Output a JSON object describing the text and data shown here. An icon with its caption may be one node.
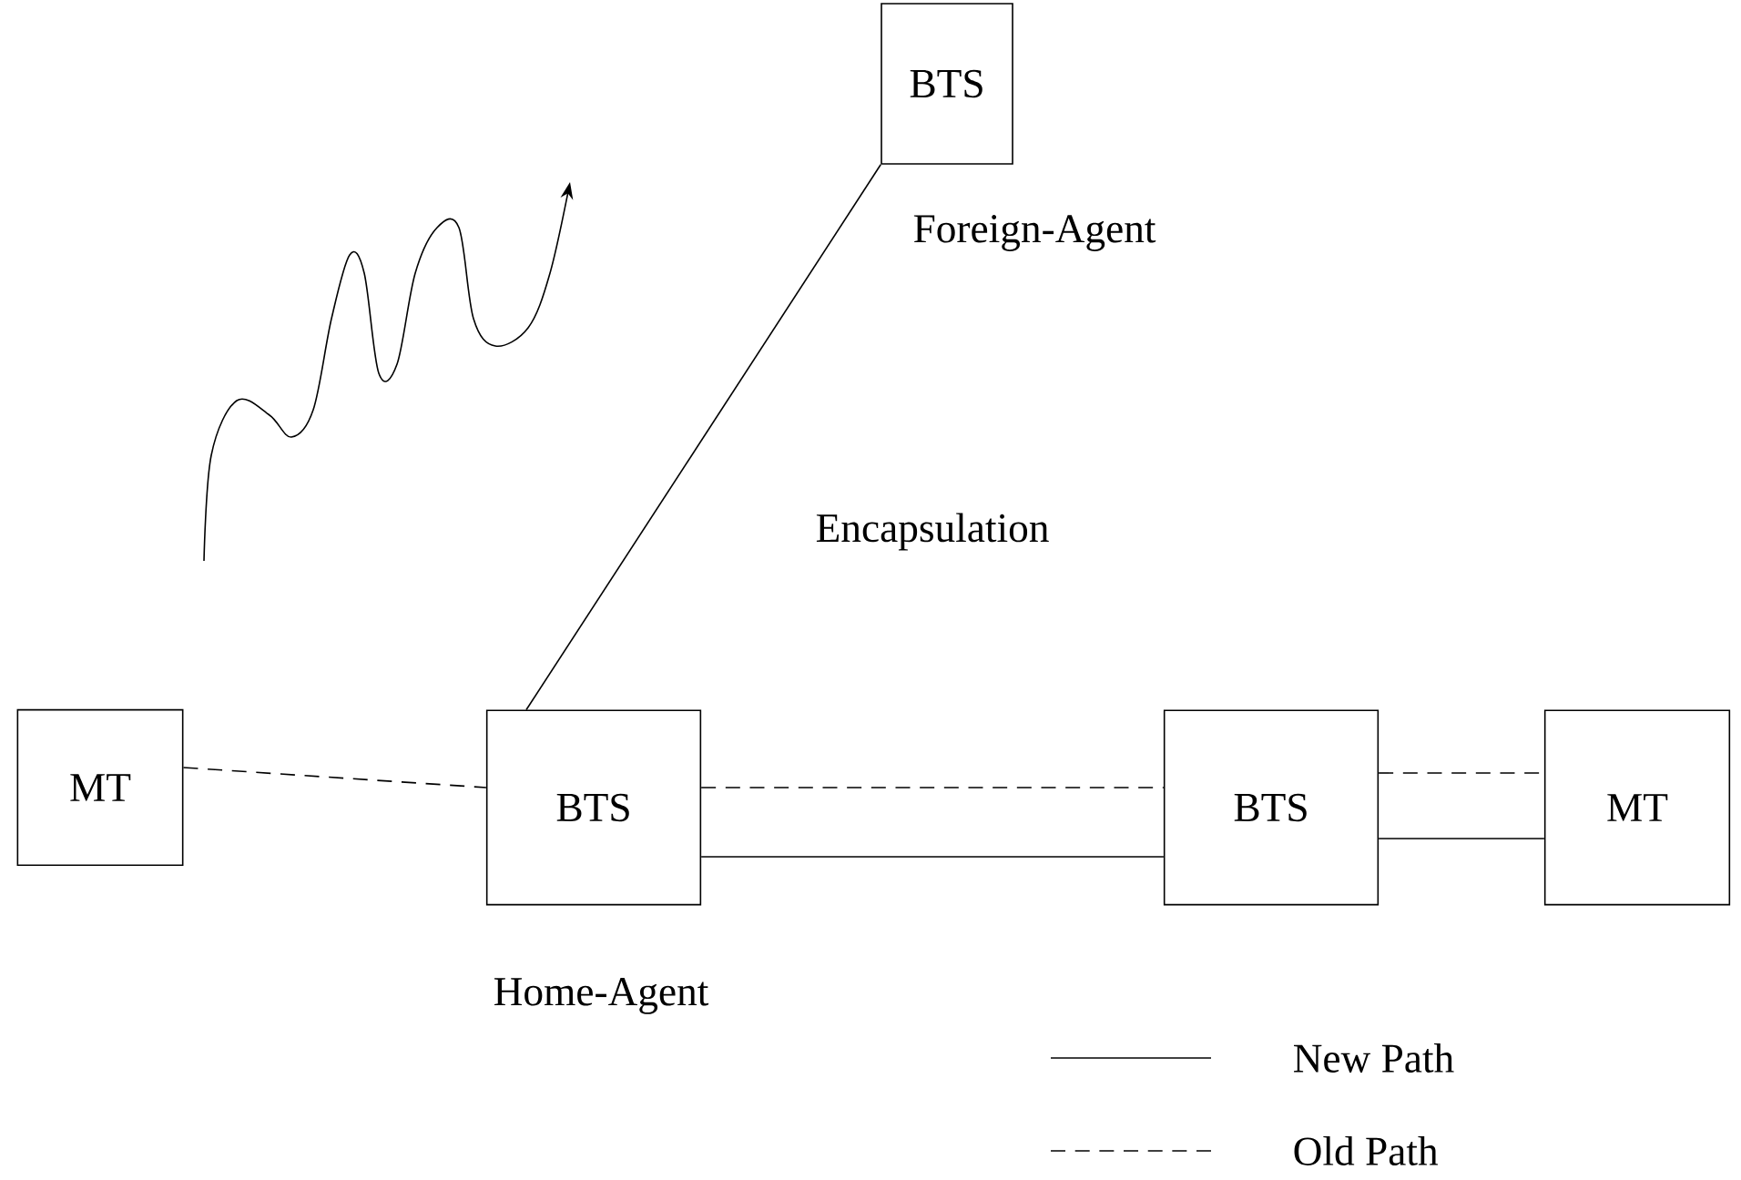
{
  "diagram": {
    "nodes": [
      {
        "text": [
          "BTS"
        ],
        "beside": [
          "Foreign-Agent"
        ]
      },
      {
        "text": [
          "MT"
        ]
      },
      {
        "text": [
          "BTS"
        ],
        "beside": [
          "Home-Agent"
        ]
      },
      {
        "text": [
          "BTS"
        ]
      },
      {
        "text": [
          "MT"
        ]
      }
    ],
    "edges": [
      {
        "from": 2,
        "to": 0,
        "arrow": "none",
        "label": "Encapsulation"
      },
      {
        "from": 1,
        "to": 2,
        "arrow": "none",
        "style": "dashed"
      },
      {
        "from": 2,
        "to": 3,
        "arrow": "none"
      },
      {
        "from": 2,
        "to": 3,
        "arrow": "none",
        "style": "dashed"
      },
      {
        "from": 3,
        "to": 4,
        "arrow": "none"
      },
      {
        "from": 3,
        "to": 4,
        "arrow": "none",
        "style": "dashed"
      }
    ],
    "legend": [
      {
        "text": "New Path"
      },
      {
        "text": "Old Path"
      }
    ]
  }
}
